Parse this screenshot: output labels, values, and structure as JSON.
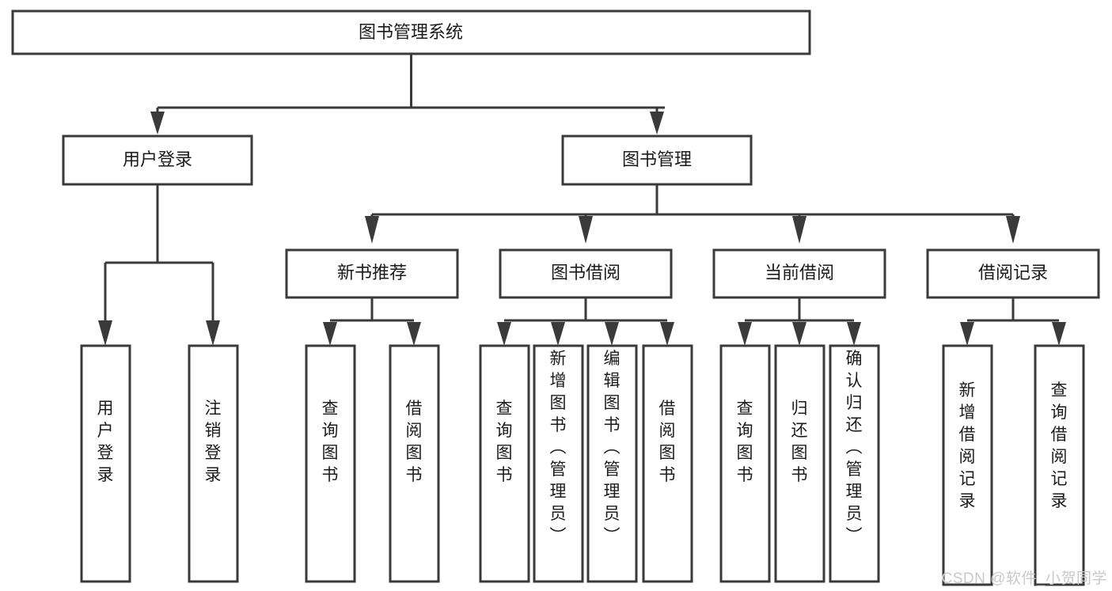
{
  "diagram": {
    "type": "tree-hierarchy",
    "title": "图书管理系统",
    "orientation": "top-down",
    "colors": {
      "box_stroke": "#3a3a3a",
      "box_fill": "#ffffff",
      "text": "#1b1b1b",
      "background": "#ffffff",
      "watermark": "#c9c9c9"
    },
    "root": {
      "label": "图书管理系统"
    },
    "level1": [
      {
        "label": "用户登录"
      },
      {
        "label": "图书管理"
      }
    ],
    "level2": [
      {
        "label": "新书推荐"
      },
      {
        "label": "图书借阅"
      },
      {
        "label": "当前借阅"
      },
      {
        "label": "借阅记录"
      }
    ],
    "leaves": {
      "user_login": [
        {
          "label": "用户登录"
        },
        {
          "label": "注销登录"
        }
      ],
      "new_book_recommend": [
        {
          "label": "查询图书"
        },
        {
          "label": "借阅图书"
        }
      ],
      "book_borrow": [
        {
          "label": "查询图书"
        },
        {
          "label": "新增图书（管理员）"
        },
        {
          "label": "编辑图书（管理员）"
        },
        {
          "label": "借阅图书"
        }
      ],
      "current_borrow": [
        {
          "label": "查询图书"
        },
        {
          "label": "归还图书"
        },
        {
          "label": "确认归还（管理员）"
        }
      ],
      "borrow_record": [
        {
          "label": "新增借阅记录"
        },
        {
          "label": "查询借阅记录"
        }
      ]
    }
  },
  "watermark": {
    "text": "CSDN @软件_小贺同学"
  }
}
